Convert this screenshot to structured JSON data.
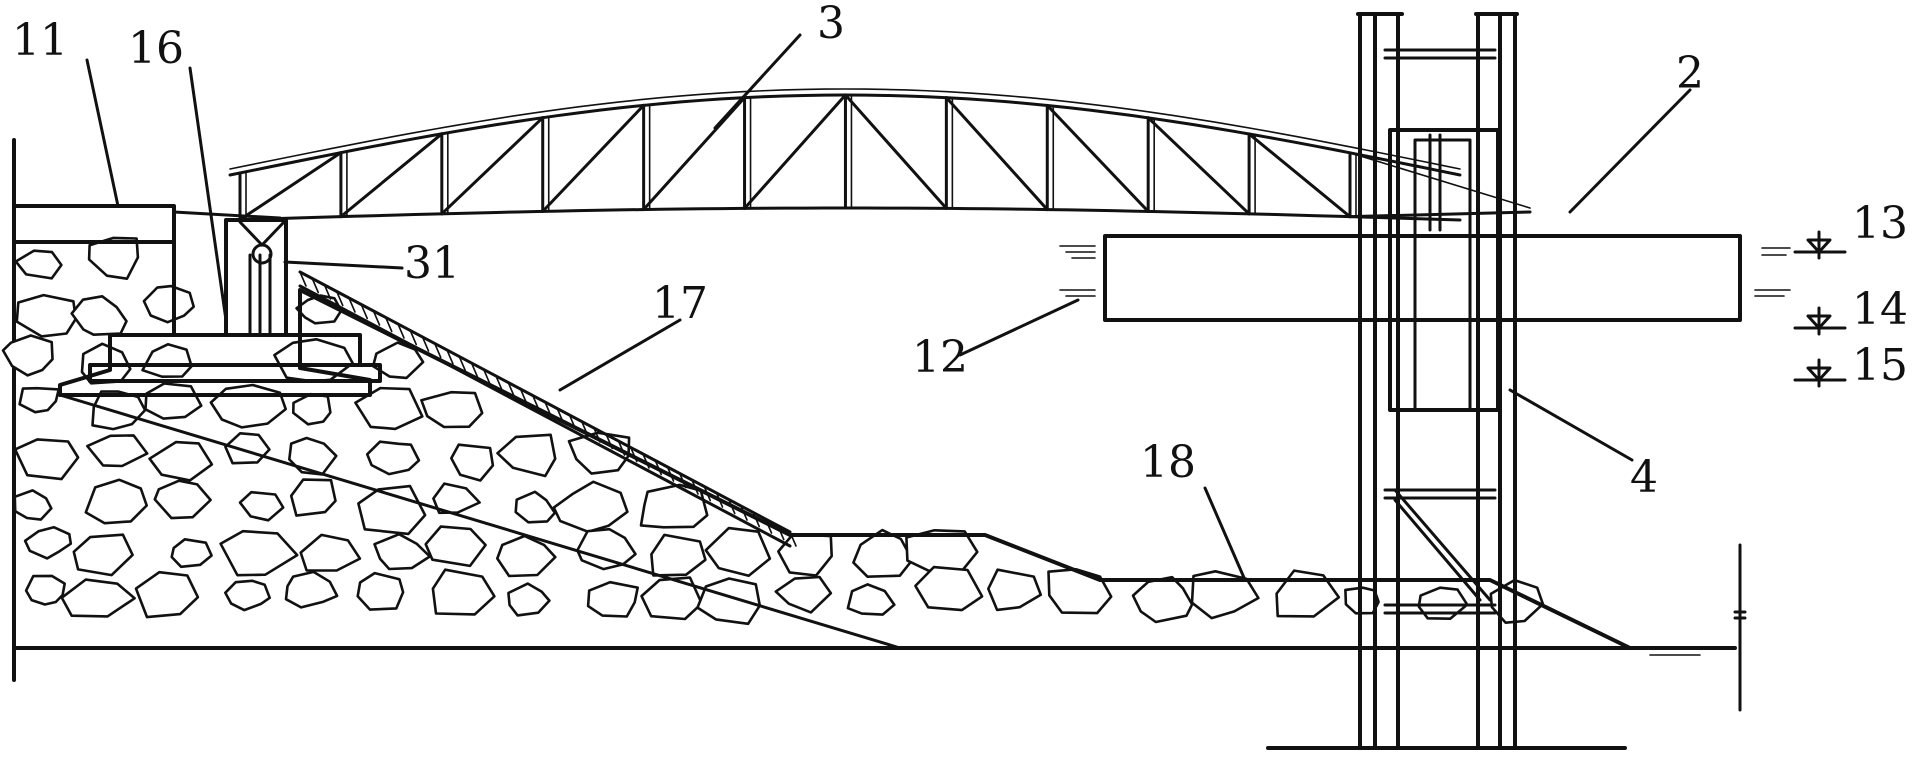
{
  "labels": {
    "l11": "11",
    "l16": "16",
    "l3": "3",
    "l2": "2",
    "l13": "13",
    "l31": "31",
    "l17": "17",
    "l14": "14",
    "l12": "12",
    "l15": "15",
    "l18": "18",
    "l4": "4"
  },
  "colors": {
    "ink": "#111111",
    "paper": "#ffffff"
  }
}
